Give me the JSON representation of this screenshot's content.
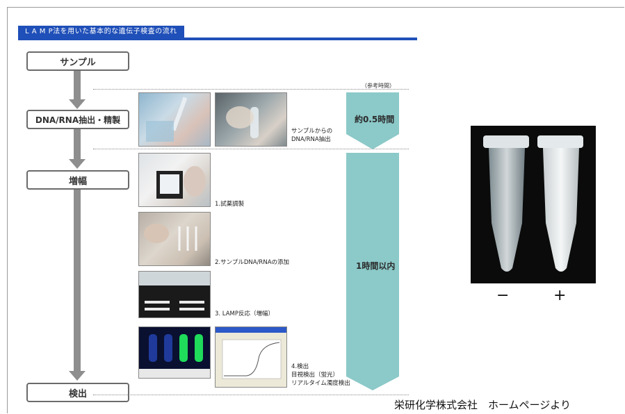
{
  "title": "L A M P法を用いた基本的な遺伝子検査の流れ",
  "steps": {
    "sample": "サンプル",
    "extract": "DNA/RNA抽出・精製",
    "amplify": "増幅",
    "detect": "検出"
  },
  "ref_time_label": "（参考時間）",
  "times": {
    "t1": "約0.5時間",
    "t2": "1時間以内"
  },
  "captions": {
    "c1a": "サンプルからの",
    "c1b": "DNA/RNA抽出",
    "c2": "1.試薬調製",
    "c3": "2.サンプルDNA/RNAの添加",
    "c4": "3. LAMP反応（増幅）",
    "c5a": "4.検出",
    "c5b": "目視検出（蛍光）",
    "c5c": "リアルタイム濁度検出"
  },
  "signs": {
    "neg": "−",
    "pos": "+"
  },
  "source": "栄研化学株式会社　ホームページより",
  "colors": {
    "accent_blue": "#1f4fb8",
    "teal": "#8cc9c9",
    "arrow_gray": "#8e8e8e"
  }
}
